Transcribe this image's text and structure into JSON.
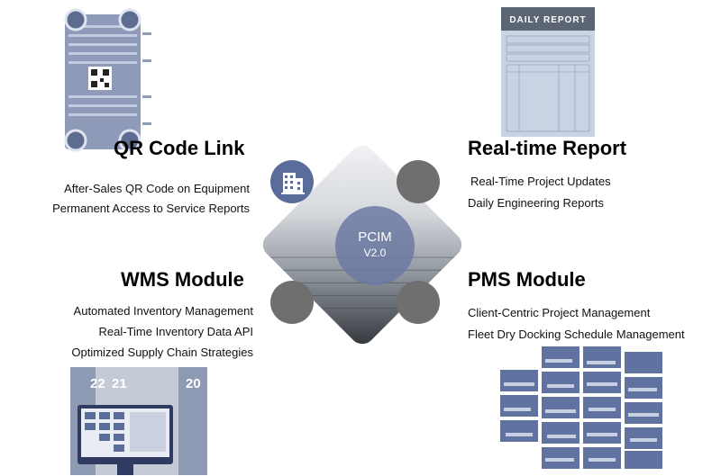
{
  "center": {
    "name": "PCIM",
    "version": "V2.0"
  },
  "qr": {
    "title": "QR Code Link",
    "lines": [
      "After-Sales QR Code on Equipment",
      "Permanent Access to Service Reports"
    ]
  },
  "report": {
    "title": "Real-time Report",
    "lines": [
      "Real-Time Project Updates",
      "Daily Engineering Reports"
    ],
    "doc_title": "DAILY REPORT"
  },
  "wms": {
    "title": "WMS Module",
    "lines": [
      "Automated Inventory Management",
      "Real-Time Inventory Data API",
      "Optimized Supply Chain Strategies"
    ],
    "aisles": [
      "22",
      "21",
      "20"
    ]
  },
  "pms": {
    "title": "PMS Module",
    "lines": [
      "Client-Centric Project Management",
      "Fleet Dry Docking Schedule Management"
    ]
  },
  "icons": [
    "building-icon"
  ],
  "colors": {
    "accent": "#5a6d9a",
    "node": "#6f6f6f",
    "report_header": "#5c6573"
  }
}
